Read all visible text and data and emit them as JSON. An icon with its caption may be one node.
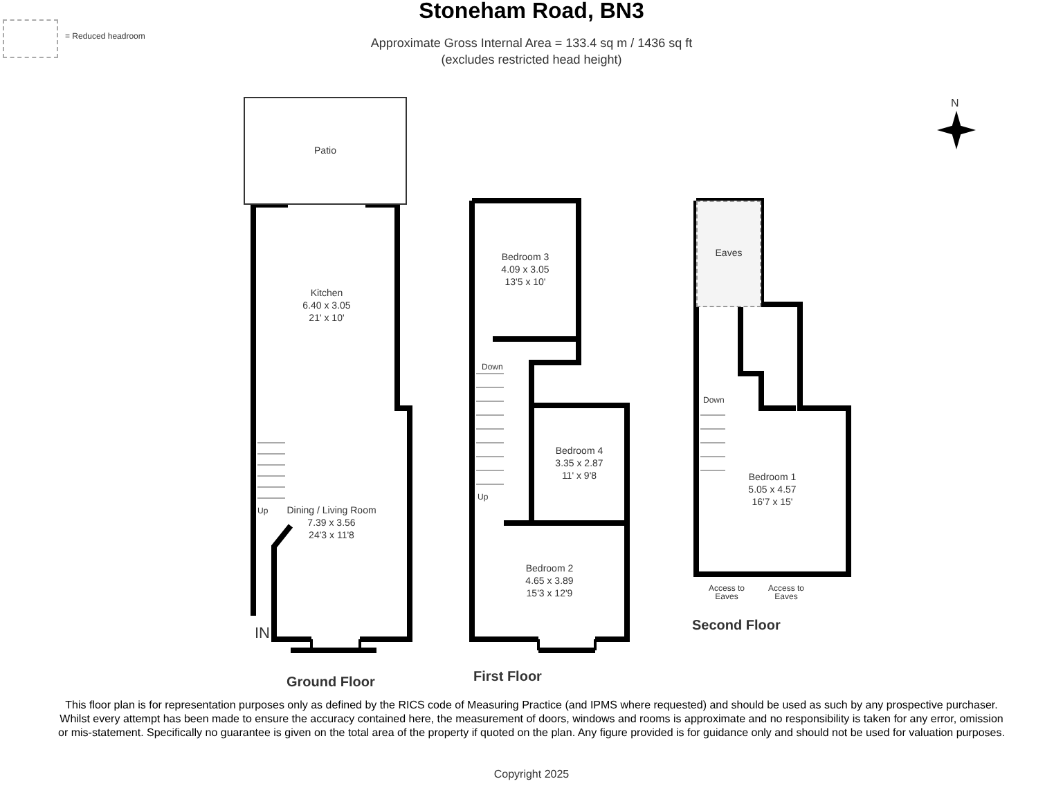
{
  "diagram": {
    "title": "Stoneham Road, BN3",
    "caption": "This floor plan is for representation purposes only as defined by the RICS code of Measuring Practice (and IPMS where requested) and should be used as such by any prospective purchaser. Whilst every attempt has been made to ensure the accuracy contained here, the measurement of doors, windows and rooms is approximate and no responsibility is taken for any error, omission or mis-statement. Specifically no guarantee is given on the total area of the property if quoted on the plan. Any figure provided is for guidance only and should not be used for valuation purposes.",
    "nodes": [
      {
        "text": [
          "Patio"
        ]
      },
      {
        "text": [
          "Kitchen",
          "6.40 x 3.05",
          "21' x 10'"
        ]
      },
      {
        "text": [
          "Dining / Living Room",
          "7.39 x 3.56",
          "24'3 x 11'8"
        ]
      },
      {
        "text": [
          "Bedroom 3",
          "4.09 x 3.05",
          "13'5 x 10'"
        ]
      },
      {
        "text": [
          "Bedroom 4",
          "3.35 x 2.87",
          "11' x 9'8"
        ]
      },
      {
        "text": [
          "Bedroom 2",
          "4.65 x 3.89",
          "15'3 x 12'9"
        ]
      },
      {
        "text": [
          "Eaves"
        ]
      },
      {
        "text": [
          "Bedroom 1",
          "5.05 x 4.57",
          "16'7 x 15'"
        ]
      }
    ],
    "labels": [
      "Approximate Gross Internal Area = 133.4 sq m / 1436 sq ft",
      "(excludes restricted head height)",
      "N",
      "Down",
      "Down",
      "Up",
      "Up",
      "Access to Eaves",
      "Access to Eaves",
      "IN",
      "Second Floor",
      "Ground Floor",
      "First Floor",
      "Copyright 2025"
    ],
    "legend": [
      {
        "text": "= Reduced headroom"
      }
    ]
  }
}
